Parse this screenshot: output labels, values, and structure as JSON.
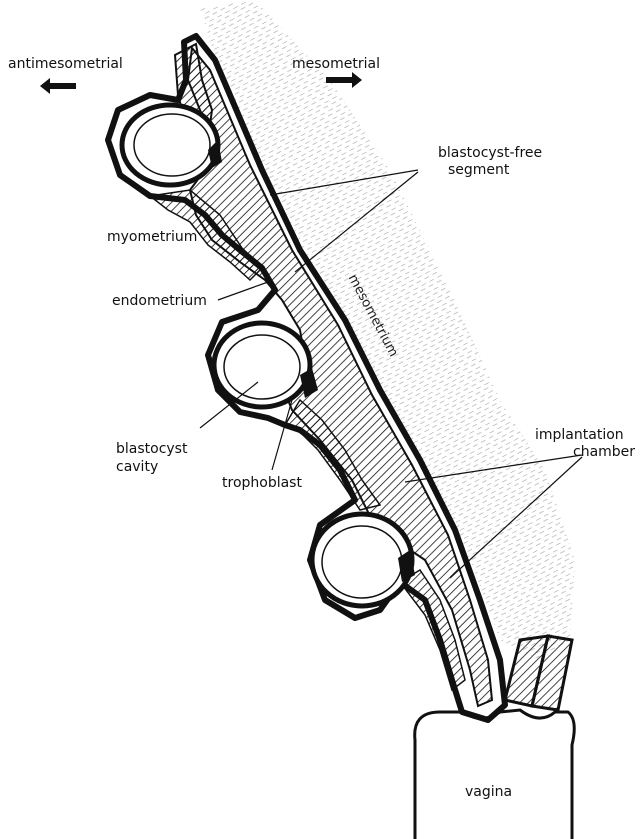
{
  "labels": {
    "antimesometrial": "antimesometrial",
    "mesometrial": "mesometrial",
    "blastocyst_free_segment_line1": "blastocyst-free",
    "blastocyst_free_segment_line2": "segment",
    "myometrium": "myometrium",
    "endometrium": "endometrium",
    "mesometrium": "mesometrium",
    "blastocyst_cavity_line1": "blastocyst",
    "blastocyst_cavity_line2": "cavity",
    "trophoblast": "trophoblast",
    "implantation_chamber_line1": "implantation",
    "implantation_chamber_line2": "chamber",
    "vagina": "vagina"
  },
  "colors": {
    "ink": "#111111",
    "paper": "#ffffff",
    "stroma": "#444444"
  },
  "icons": [
    "arrow-left-icon",
    "arrow-right-icon"
  ]
}
